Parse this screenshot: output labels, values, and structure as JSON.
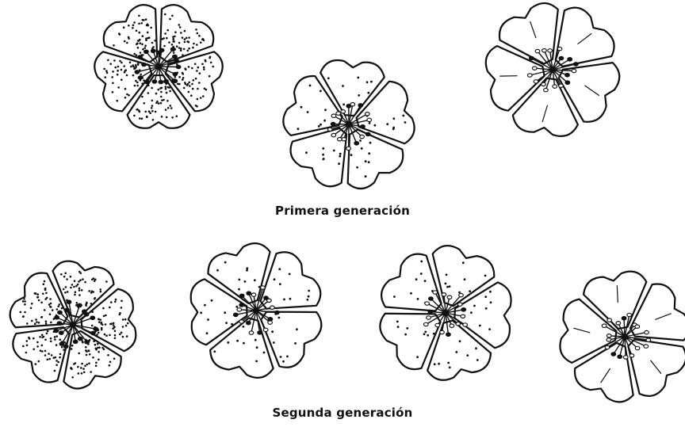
{
  "captions": {
    "first_generation": "Primera generación",
    "second_generation": "Segunda generación"
  },
  "colors": {
    "ink": "#111111",
    "petal_fill": "#ffffff",
    "background": "#ffffff"
  },
  "generations": [
    {
      "key": "first_generation",
      "flowers": [
        {
          "name": "flower-dark-dotted",
          "shading": "dense"
        },
        {
          "name": "flower-light-dotted",
          "shading": "sparse"
        },
        {
          "name": "flower-plain",
          "shading": "none"
        }
      ]
    },
    {
      "key": "second_generation",
      "flowers": [
        {
          "name": "flower-dark-dotted",
          "shading": "dense"
        },
        {
          "name": "flower-light-dotted",
          "shading": "sparse"
        },
        {
          "name": "flower-light-dotted",
          "shading": "sparse"
        },
        {
          "name": "flower-plain",
          "shading": "none"
        }
      ]
    }
  ]
}
